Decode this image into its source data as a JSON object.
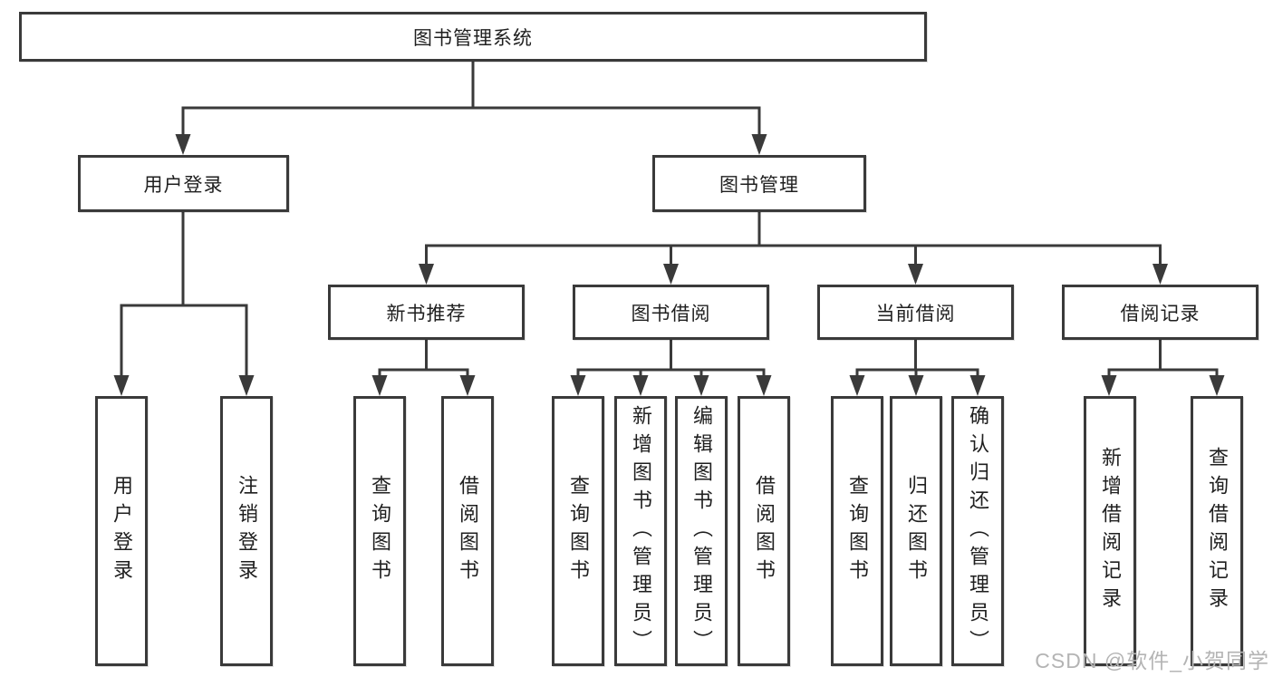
{
  "tree": {
    "label": "图书管理系统",
    "children": [
      {
        "label": "用户登录",
        "children": [
          {
            "label": "用户登录"
          },
          {
            "label": "注销登录"
          }
        ]
      },
      {
        "label": "图书管理",
        "children": [
          {
            "label": "新书推荐",
            "children": [
              {
                "label": "查询图书"
              },
              {
                "label": "借阅图书"
              }
            ]
          },
          {
            "label": "图书借阅",
            "children": [
              {
                "label": "查询图书"
              },
              {
                "label": "新增图书（管理员）"
              },
              {
                "label": "编辑图书（管理员）"
              },
              {
                "label": "借阅图书"
              }
            ]
          },
          {
            "label": "当前借阅",
            "children": [
              {
                "label": "查询图书"
              },
              {
                "label": "归还图书"
              },
              {
                "label": "确认归还（管理员）"
              }
            ]
          },
          {
            "label": "借阅记录",
            "children": [
              {
                "label": "新增借阅记录"
              },
              {
                "label": "查询借阅记录"
              }
            ]
          }
        ]
      }
    ]
  },
  "watermark": {
    "text": "CSDN @软件_小贺同学"
  },
  "colors": {
    "line": "#3a3a3a",
    "text": "#1f1f1f",
    "watermark": "#b4b4b4",
    "background": "#ffffff"
  }
}
